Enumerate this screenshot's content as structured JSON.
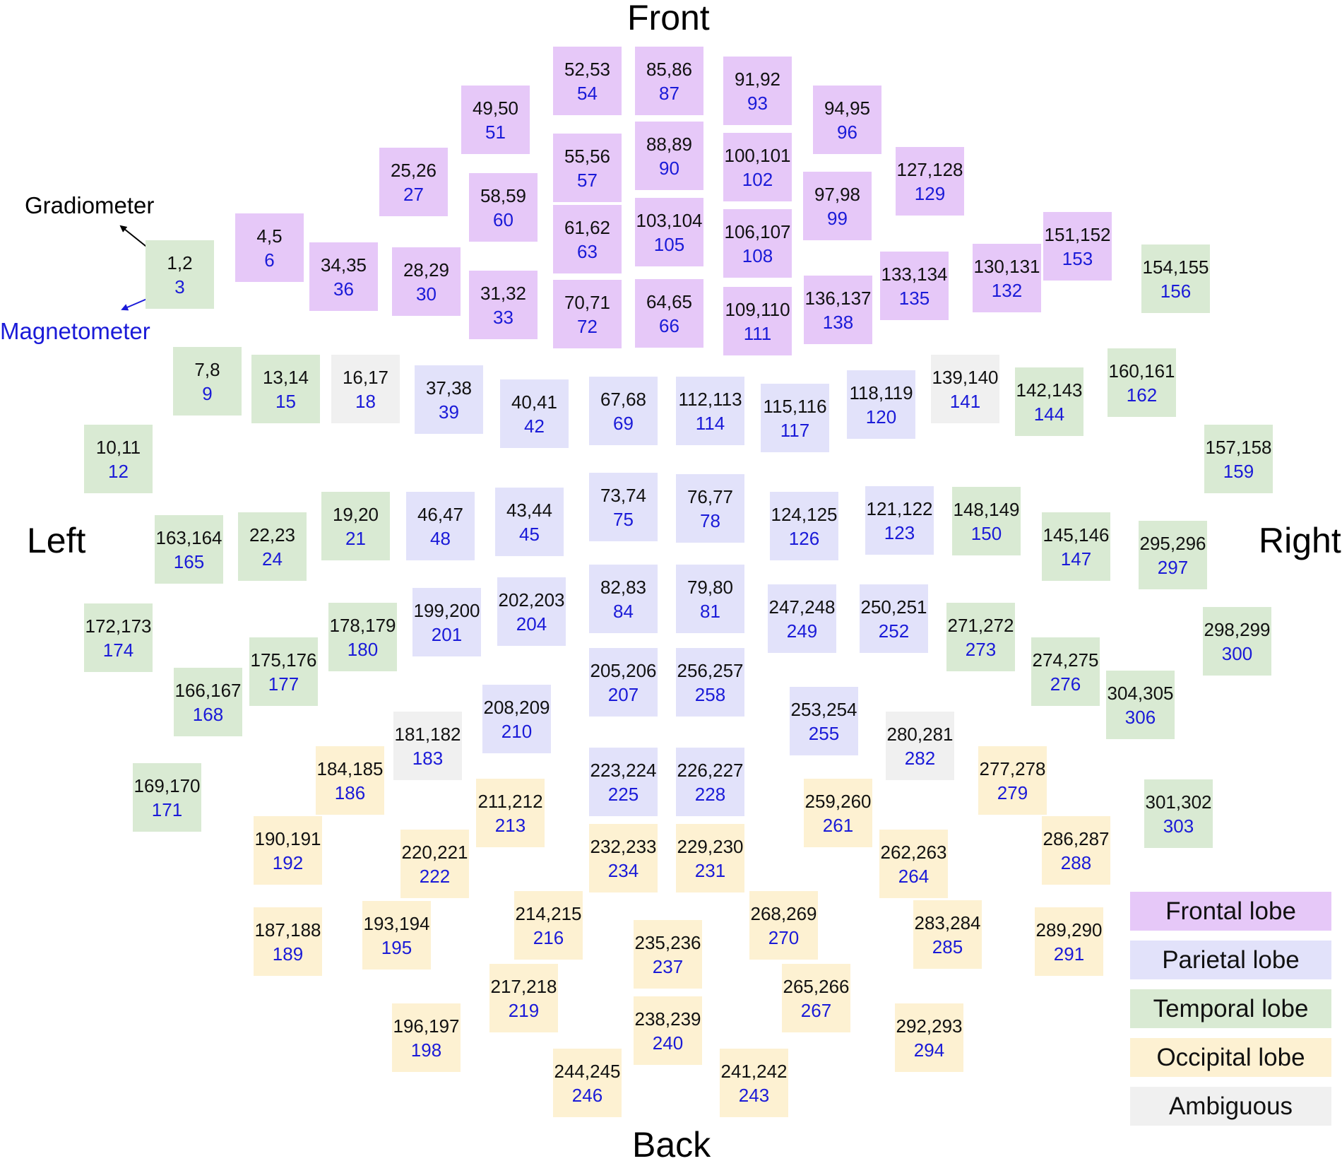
{
  "labels": {
    "front": "Front",
    "back": "Back",
    "left": "Left",
    "right": "Right",
    "gradiometer": "Gradiometer",
    "magnetometer": "Magnetometer"
  },
  "colors": {
    "frontal": "#e6c8f8",
    "parietal": "#e2e2fa",
    "temporal": "#d9ead3",
    "occipital": "#fdf1d2",
    "ambiguous": "#f0f0f0",
    "gradiometer_text": "#111111",
    "magnetometer_text": "#1a1ad8"
  },
  "legend": [
    {
      "label": "Frontal lobe",
      "lobe": "frontal"
    },
    {
      "label": "Parietal lobe",
      "lobe": "parietal"
    },
    {
      "label": "Temporal lobe",
      "lobe": "temporal"
    },
    {
      "label": "Occipital lobe",
      "lobe": "occipital"
    },
    {
      "label": "Ambiguous",
      "lobe": "ambiguous"
    }
  ],
  "sensors": [
    {
      "grad": "52,53",
      "mag": "54",
      "lobe": "frontal"
    },
    {
      "grad": "85,86",
      "mag": "87",
      "lobe": "frontal"
    },
    {
      "grad": "91,92",
      "mag": "93",
      "lobe": "frontal"
    },
    {
      "grad": "49,50",
      "mag": "51",
      "lobe": "frontal"
    },
    {
      "grad": "94,95",
      "mag": "96",
      "lobe": "frontal"
    },
    {
      "grad": "55,56",
      "mag": "57",
      "lobe": "frontal"
    },
    {
      "grad": "88,89",
      "mag": "90",
      "lobe": "frontal"
    },
    {
      "grad": "100,101",
      "mag": "102",
      "lobe": "frontal"
    },
    {
      "grad": "25,26",
      "mag": "27",
      "lobe": "frontal"
    },
    {
      "grad": "58,59",
      "mag": "60",
      "lobe": "frontal"
    },
    {
      "grad": "97,98",
      "mag": "99",
      "lobe": "frontal"
    },
    {
      "grad": "127,128",
      "mag": "129",
      "lobe": "frontal"
    },
    {
      "grad": "61,62",
      "mag": "63",
      "lobe": "frontal"
    },
    {
      "grad": "103,104",
      "mag": "105",
      "lobe": "frontal"
    },
    {
      "grad": "106,107",
      "mag": "108",
      "lobe": "frontal"
    },
    {
      "grad": "4,5",
      "mag": "6",
      "lobe": "frontal"
    },
    {
      "grad": "151,152",
      "mag": "153",
      "lobe": "frontal"
    },
    {
      "grad": "1,2",
      "mag": "3",
      "lobe": "temporal"
    },
    {
      "grad": "34,35",
      "mag": "36",
      "lobe": "frontal"
    },
    {
      "grad": "28,29",
      "mag": "30",
      "lobe": "frontal"
    },
    {
      "grad": "133,134",
      "mag": "135",
      "lobe": "frontal"
    },
    {
      "grad": "130,131",
      "mag": "132",
      "lobe": "frontal"
    },
    {
      "grad": "154,155",
      "mag": "156",
      "lobe": "temporal"
    },
    {
      "grad": "31,32",
      "mag": "33",
      "lobe": "frontal"
    },
    {
      "grad": "70,71",
      "mag": "72",
      "lobe": "frontal"
    },
    {
      "grad": "64,65",
      "mag": "66",
      "lobe": "frontal"
    },
    {
      "grad": "109,110",
      "mag": "111",
      "lobe": "frontal"
    },
    {
      "grad": "136,137",
      "mag": "138",
      "lobe": "frontal"
    },
    {
      "grad": "7,8",
      "mag": "9",
      "lobe": "temporal"
    },
    {
      "grad": "13,14",
      "mag": "15",
      "lobe": "temporal"
    },
    {
      "grad": "16,17",
      "mag": "18",
      "lobe": "ambiguous"
    },
    {
      "grad": "37,38",
      "mag": "39",
      "lobe": "parietal"
    },
    {
      "grad": "40,41",
      "mag": "42",
      "lobe": "parietal"
    },
    {
      "grad": "67,68",
      "mag": "69",
      "lobe": "parietal"
    },
    {
      "grad": "112,113",
      "mag": "114",
      "lobe": "parietal"
    },
    {
      "grad": "115,116",
      "mag": "117",
      "lobe": "parietal"
    },
    {
      "grad": "118,119",
      "mag": "120",
      "lobe": "parietal"
    },
    {
      "grad": "139,140",
      "mag": "141",
      "lobe": "ambiguous"
    },
    {
      "grad": "142,143",
      "mag": "144",
      "lobe": "temporal"
    },
    {
      "grad": "160,161",
      "mag": "162",
      "lobe": "temporal"
    },
    {
      "grad": "10,11",
      "mag": "12",
      "lobe": "temporal"
    },
    {
      "grad": "157,158",
      "mag": "159",
      "lobe": "temporal"
    },
    {
      "grad": "73,74",
      "mag": "75",
      "lobe": "parietal"
    },
    {
      "grad": "76,77",
      "mag": "78",
      "lobe": "parietal"
    },
    {
      "grad": "46,47",
      "mag": "48",
      "lobe": "parietal"
    },
    {
      "grad": "43,44",
      "mag": "45",
      "lobe": "parietal"
    },
    {
      "grad": "124,125",
      "mag": "126",
      "lobe": "parietal"
    },
    {
      "grad": "121,122",
      "mag": "123",
      "lobe": "parietal"
    },
    {
      "grad": "19,20",
      "mag": "21",
      "lobe": "temporal"
    },
    {
      "grad": "148,149",
      "mag": "150",
      "lobe": "temporal"
    },
    {
      "grad": "163,164",
      "mag": "165",
      "lobe": "temporal"
    },
    {
      "grad": "22,23",
      "mag": "24",
      "lobe": "temporal"
    },
    {
      "grad": "145,146",
      "mag": "147",
      "lobe": "temporal"
    },
    {
      "grad": "295,296",
      "mag": "297",
      "lobe": "temporal"
    },
    {
      "grad": "82,83",
      "mag": "84",
      "lobe": "parietal"
    },
    {
      "grad": "79,80",
      "mag": "81",
      "lobe": "parietal"
    },
    {
      "grad": "202,203",
      "mag": "204",
      "lobe": "parietal"
    },
    {
      "grad": "199,200",
      "mag": "201",
      "lobe": "parietal"
    },
    {
      "grad": "247,248",
      "mag": "249",
      "lobe": "parietal"
    },
    {
      "grad": "250,251",
      "mag": "252",
      "lobe": "parietal"
    },
    {
      "grad": "172,173",
      "mag": "174",
      "lobe": "temporal"
    },
    {
      "grad": "178,179",
      "mag": "180",
      "lobe": "temporal"
    },
    {
      "grad": "271,272",
      "mag": "273",
      "lobe": "temporal"
    },
    {
      "grad": "298,299",
      "mag": "300",
      "lobe": "temporal"
    },
    {
      "grad": "175,176",
      "mag": "177",
      "lobe": "temporal"
    },
    {
      "grad": "205,206",
      "mag": "207",
      "lobe": "parietal"
    },
    {
      "grad": "256,257",
      "mag": "258",
      "lobe": "parietal"
    },
    {
      "grad": "274,275",
      "mag": "276",
      "lobe": "temporal"
    },
    {
      "grad": "166,167",
      "mag": "168",
      "lobe": "temporal"
    },
    {
      "grad": "304,305",
      "mag": "306",
      "lobe": "temporal"
    },
    {
      "grad": "208,209",
      "mag": "210",
      "lobe": "parietal"
    },
    {
      "grad": "253,254",
      "mag": "255",
      "lobe": "parietal"
    },
    {
      "grad": "181,182",
      "mag": "183",
      "lobe": "ambiguous"
    },
    {
      "grad": "280,281",
      "mag": "282",
      "lobe": "ambiguous"
    },
    {
      "grad": "184,185",
      "mag": "186",
      "lobe": "occipital"
    },
    {
      "grad": "223,224",
      "mag": "225",
      "lobe": "parietal"
    },
    {
      "grad": "226,227",
      "mag": "228",
      "lobe": "parietal"
    },
    {
      "grad": "277,278",
      "mag": "279",
      "lobe": "occipital"
    },
    {
      "grad": "169,170",
      "mag": "171",
      "lobe": "temporal"
    },
    {
      "grad": "211,212",
      "mag": "213",
      "lobe": "occipital"
    },
    {
      "grad": "259,260",
      "mag": "261",
      "lobe": "occipital"
    },
    {
      "grad": "301,302",
      "mag": "303",
      "lobe": "temporal"
    },
    {
      "grad": "190,191",
      "mag": "192",
      "lobe": "occipital"
    },
    {
      "grad": "232,233",
      "mag": "234",
      "lobe": "occipital"
    },
    {
      "grad": "229,230",
      "mag": "231",
      "lobe": "occipital"
    },
    {
      "grad": "220,221",
      "mag": "222",
      "lobe": "occipital"
    },
    {
      "grad": "262,263",
      "mag": "264",
      "lobe": "occipital"
    },
    {
      "grad": "286,287",
      "mag": "288",
      "lobe": "occipital"
    },
    {
      "grad": "214,215",
      "mag": "216",
      "lobe": "occipital"
    },
    {
      "grad": "268,269",
      "mag": "270",
      "lobe": "occipital"
    },
    {
      "grad": "193,194",
      "mag": "195",
      "lobe": "occipital"
    },
    {
      "grad": "283,284",
      "mag": "285",
      "lobe": "occipital"
    },
    {
      "grad": "187,188",
      "mag": "189",
      "lobe": "occipital"
    },
    {
      "grad": "235,236",
      "mag": "237",
      "lobe": "occipital"
    },
    {
      "grad": "289,290",
      "mag": "291",
      "lobe": "occipital"
    },
    {
      "grad": "217,218",
      "mag": "219",
      "lobe": "occipital"
    },
    {
      "grad": "265,266",
      "mag": "267",
      "lobe": "occipital"
    },
    {
      "grad": "238,239",
      "mag": "240",
      "lobe": "occipital"
    },
    {
      "grad": "196,197",
      "mag": "198",
      "lobe": "occipital"
    },
    {
      "grad": "292,293",
      "mag": "294",
      "lobe": "occipital"
    },
    {
      "grad": "244,245",
      "mag": "246",
      "lobe": "occipital"
    },
    {
      "grad": "241,242",
      "mag": "243",
      "lobe": "occipital"
    }
  ]
}
